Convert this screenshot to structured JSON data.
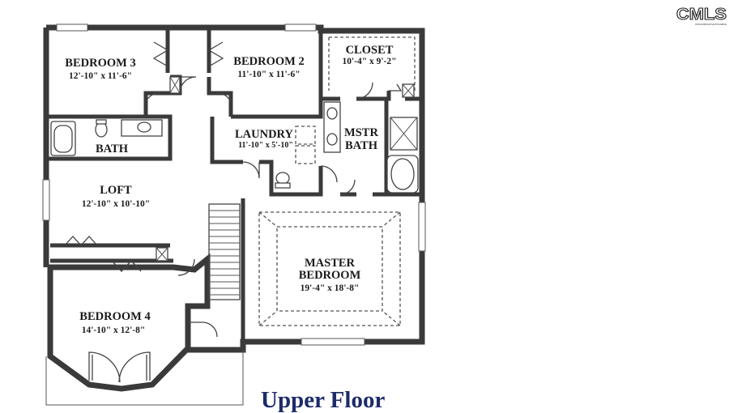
{
  "floor_title": "Upper Floor",
  "logo": {
    "text": "CMLS",
    "tagline": "CONSOLIDATED MULTIPLE LISTING SERVICE"
  },
  "rooms": {
    "bedroom3": {
      "name": "BEDROOM 3",
      "size": "12'-10\" x 11'-6\""
    },
    "bedroom2": {
      "name": "BEDROOM 2",
      "size": "11'-10\" x 11'-6\""
    },
    "closet": {
      "name": "CLOSET",
      "size": "10'-4\" x 9'-2\""
    },
    "bath": {
      "name": "BATH"
    },
    "laundry": {
      "name": "LAUNDRY",
      "size": "11'-10\" x 5'-10\""
    },
    "mstr_bath": {
      "name_line1": "MSTR",
      "name_line2": "BATH"
    },
    "loft": {
      "name": "LOFT",
      "size": "12'-10\" x 10'-10\""
    },
    "master": {
      "name_line1": "MASTER",
      "name_line2": "BEDROOM",
      "size": "19'-4\" x 18'-8\""
    },
    "bedroom4": {
      "name": "BEDROOM 4",
      "size": "14'-10\" x 12'-8\""
    }
  }
}
